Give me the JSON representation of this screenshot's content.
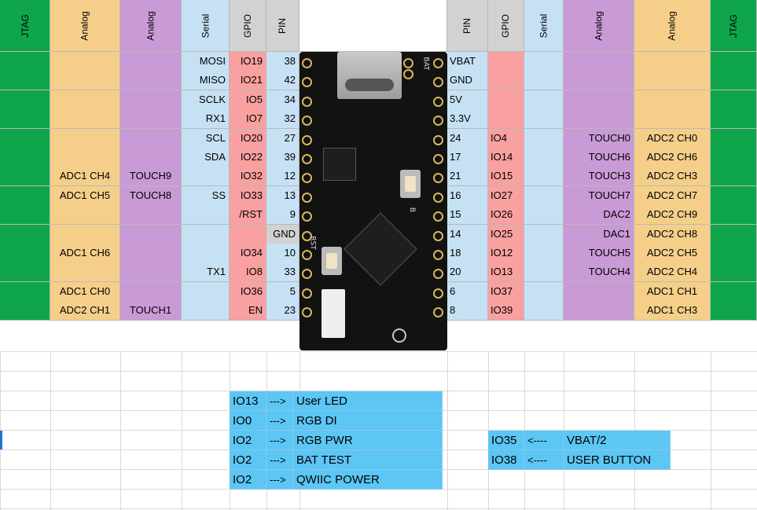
{
  "headers_left": [
    "JTAG",
    "Analog",
    "Analog",
    "Serial",
    "GPIO",
    "PIN"
  ],
  "headers_right": [
    "PIN",
    "GPIO",
    "Serial",
    "Analog",
    "Analog",
    "JTAG"
  ],
  "left_rows": [
    {
      "analog1": "",
      "analog2": "",
      "serial": "MOSI",
      "gpio": "IO19",
      "pin": "38"
    },
    {
      "analog1": "",
      "analog2": "",
      "serial": "MISO",
      "gpio": "IO21",
      "pin": "42"
    },
    {
      "analog1": "",
      "analog2": "",
      "serial": "SCLK",
      "gpio": "IO5",
      "pin": "34"
    },
    {
      "analog1": "",
      "analog2": "",
      "serial": "RX1",
      "gpio": "IO7",
      "pin": "32"
    },
    {
      "analog1": "",
      "analog2": "",
      "serial": "SCL",
      "gpio": "IO20",
      "pin": "27"
    },
    {
      "analog1": "",
      "analog2": "",
      "serial": "SDA",
      "gpio": "IO22",
      "pin": "39"
    },
    {
      "analog1": "ADC1 CH4",
      "analog2": "TOUCH9",
      "serial": "",
      "gpio": "IO32",
      "pin": "12"
    },
    {
      "analog1": "ADC1 CH5",
      "analog2": "TOUCH8",
      "serial": "SS",
      "gpio": "IO33",
      "pin": "13"
    },
    {
      "analog1": "",
      "analog2": "",
      "serial": "",
      "gpio": "/RST",
      "pin": "9"
    },
    {
      "analog1": "",
      "analog2": "",
      "serial": "",
      "gpio": "",
      "pin": "GND"
    },
    {
      "analog1": "ADC1 CH6",
      "analog2": "",
      "serial": "",
      "gpio": "IO34",
      "pin": "10"
    },
    {
      "analog1": "",
      "analog2": "",
      "serial": "TX1",
      "gpio": "IO8",
      "pin": "33"
    },
    {
      "analog1": "ADC1 CH0",
      "analog2": "",
      "serial": "",
      "gpio": "IO36",
      "pin": "5"
    },
    {
      "analog1": "ADC2 CH1",
      "analog2": "TOUCH1",
      "serial": "",
      "gpio": "EN",
      "pin": "23"
    }
  ],
  "right_rows": [
    {
      "pin": "VBAT",
      "gpio": "",
      "serial": "",
      "analog1": "",
      "analog2": ""
    },
    {
      "pin": "GND",
      "gpio": "",
      "serial": "",
      "analog1": "",
      "analog2": ""
    },
    {
      "pin": "5V",
      "gpio": "",
      "serial": "",
      "analog1": "",
      "analog2": ""
    },
    {
      "pin": "3.3V",
      "gpio": "",
      "serial": "",
      "analog1": "",
      "analog2": ""
    },
    {
      "pin": "24",
      "gpio": "IO4",
      "serial": "",
      "analog1": "TOUCH0",
      "analog2": "ADC2 CH0"
    },
    {
      "pin": "17",
      "gpio": "IO14",
      "serial": "",
      "analog1": "TOUCH6",
      "analog2": "ADC2 CH6"
    },
    {
      "pin": "21",
      "gpio": "IO15",
      "serial": "",
      "analog1": "TOUCH3",
      "analog2": "ADC2 CH3"
    },
    {
      "pin": "16",
      "gpio": "IO27",
      "serial": "",
      "analog1": "TOUCH7",
      "analog2": "ADC2 CH7"
    },
    {
      "pin": "15",
      "gpio": "IO26",
      "serial": "",
      "analog1": "DAC2",
      "analog2": "ADC2 CH9"
    },
    {
      "pin": "14",
      "gpio": "IO25",
      "serial": "",
      "analog1": "DAC1",
      "analog2": "ADC2 CH8"
    },
    {
      "pin": "18",
      "gpio": "IO12",
      "serial": "",
      "analog1": "TOUCH5",
      "analog2": "ADC2 CH5"
    },
    {
      "pin": "20",
      "gpio": "IO13",
      "serial": "",
      "analog1": "TOUCH4",
      "analog2": "ADC2 CH4"
    },
    {
      "pin": "6",
      "gpio": "IO37",
      "serial": "",
      "analog1": "",
      "analog2": "ADC1 CH1"
    },
    {
      "pin": "8",
      "gpio": "IO39",
      "serial": "",
      "analog1": "",
      "analog2": "ADC1 CH3"
    }
  ],
  "legend_left": [
    {
      "gpio": "IO13",
      "arrow": "--->",
      "label": "User LED"
    },
    {
      "gpio": "IO0",
      "arrow": "--->",
      "label": "RGB DI"
    },
    {
      "gpio": "IO2",
      "arrow": "--->",
      "label": "RGB PWR"
    },
    {
      "gpio": "IO2",
      "arrow": "--->",
      "label": "BAT TEST"
    },
    {
      "gpio": "IO2",
      "arrow": "--->",
      "label": "QWIIC POWER"
    }
  ],
  "legend_right": [
    {
      "gpio": "IO35",
      "arrow": "<----",
      "label": "VBAT/2"
    },
    {
      "gpio": "IO38",
      "arrow": "<----",
      "label": "USER BUTTON"
    }
  ],
  "board": {
    "silk_bat": "BAT",
    "silk_rst": "RST",
    "silk_b": "B"
  },
  "colors": {
    "jtag": "#0fa64b",
    "analog_orange": "#f5cf8a",
    "analog_purple": "#c99bd6",
    "serial": "#c7e1f4",
    "gpio": "#f9a0a0",
    "pin_header": "#d2d2d2",
    "legend": "#5cc6f5"
  }
}
